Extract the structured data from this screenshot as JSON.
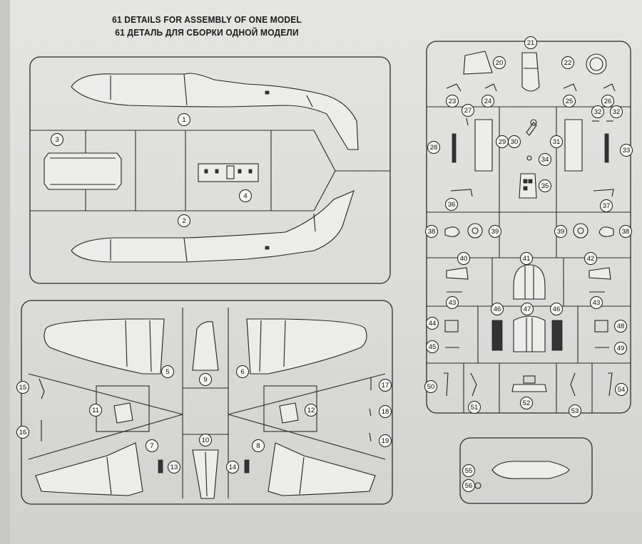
{
  "title_en": "61 DETAILS FOR ASSEMBLY OF ONE MODEL",
  "title_ru": "61 ДЕТАЛЬ ДЛЯ СБОРКИ ОДНОЙ МОДЕЛИ",
  "part_labels": [
    {
      "n": "1"
    },
    {
      "n": "2"
    },
    {
      "n": "3"
    },
    {
      "n": "4"
    },
    {
      "n": "5"
    },
    {
      "n": "6"
    },
    {
      "n": "7"
    },
    {
      "n": "8"
    },
    {
      "n": "9"
    },
    {
      "n": "10"
    },
    {
      "n": "11"
    },
    {
      "n": "12"
    },
    {
      "n": "13"
    },
    {
      "n": "14"
    },
    {
      "n": "15"
    },
    {
      "n": "16"
    },
    {
      "n": "17"
    },
    {
      "n": "18"
    },
    {
      "n": "19"
    },
    {
      "n": "20"
    },
    {
      "n": "21"
    },
    {
      "n": "22"
    },
    {
      "n": "23"
    },
    {
      "n": "24"
    },
    {
      "n": "25"
    },
    {
      "n": "26"
    },
    {
      "n": "27"
    },
    {
      "n": "28"
    },
    {
      "n": "29"
    },
    {
      "n": "30"
    },
    {
      "n": "31"
    },
    {
      "n": "32"
    },
    {
      "n": "32"
    },
    {
      "n": "33"
    },
    {
      "n": "34"
    },
    {
      "n": "35"
    },
    {
      "n": "36"
    },
    {
      "n": "37"
    },
    {
      "n": "38"
    },
    {
      "n": "39"
    },
    {
      "n": "39"
    },
    {
      "n": "38"
    },
    {
      "n": "40"
    },
    {
      "n": "41"
    },
    {
      "n": "42"
    },
    {
      "n": "43"
    },
    {
      "n": "43"
    },
    {
      "n": "44"
    },
    {
      "n": "45"
    },
    {
      "n": "46"
    },
    {
      "n": "47"
    },
    {
      "n": "46"
    },
    {
      "n": "48"
    },
    {
      "n": "49"
    },
    {
      "n": "50"
    },
    {
      "n": "51"
    },
    {
      "n": "52"
    },
    {
      "n": "53"
    },
    {
      "n": "54"
    },
    {
      "n": "55"
    },
    {
      "n": "56"
    }
  ]
}
